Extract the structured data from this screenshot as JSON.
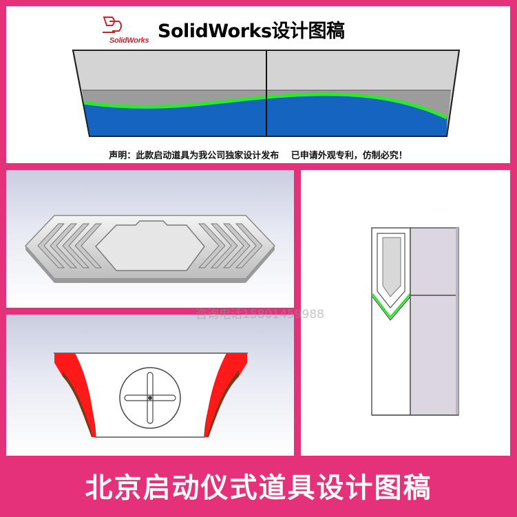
{
  "header": {
    "logo_text": "SolidWorks",
    "title": "SolidWorks设计图稿",
    "statement": "声明：此款启动道具为我公司独家设计发布　 已申请外观专利，仿制必究！"
  },
  "watermark": "咨询电话15801459988",
  "footer": {
    "title": "北京启动仪式道具设计图稿"
  },
  "colors": {
    "background": "#e4317a",
    "panel": "#ffffff",
    "prop_blue": "#1565c0",
    "prop_green": "#2ee82e",
    "prop_red": "#ff1a1a",
    "prop_brown": "#7a3a1a",
    "prop_gray": "#d4d4d4",
    "prop_lavender": "#dcd6e0"
  }
}
